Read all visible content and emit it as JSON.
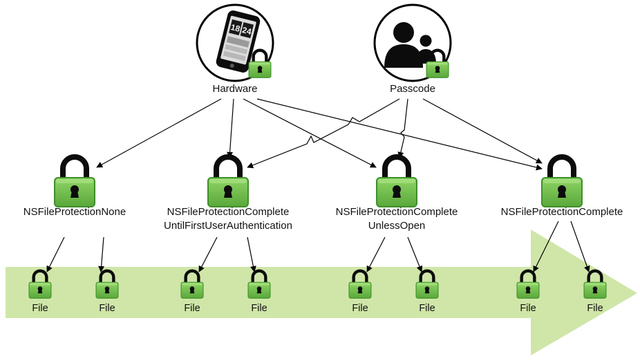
{
  "colors": {
    "lock_green": "#6cbe45",
    "lock_green_light": "#8fd466",
    "lock_green_dark": "#3f8f2a",
    "arrow_band": "#cfe6a8",
    "edge": "#000000"
  },
  "sources": {
    "hardware": {
      "label": "Hardware",
      "icon": "smartphone-icon"
    },
    "passcode": {
      "label": "Passcode",
      "icon": "users-icon"
    }
  },
  "classes": [
    {
      "id": "none",
      "line1": "NSFileProtectionNone",
      "line2": ""
    },
    {
      "id": "until_first_auth",
      "line1": "NSFileProtectionComplete",
      "line2": "UntilFirstUserAuthentication"
    },
    {
      "id": "unless_open",
      "line1": "NSFileProtectionComplete",
      "line2": "UnlessOpen"
    },
    {
      "id": "complete",
      "line1": "NSFileProtectionComplete",
      "line2": ""
    }
  ],
  "phone_clock": {
    "hour": "18",
    "minute": "24"
  },
  "file_label": "File"
}
